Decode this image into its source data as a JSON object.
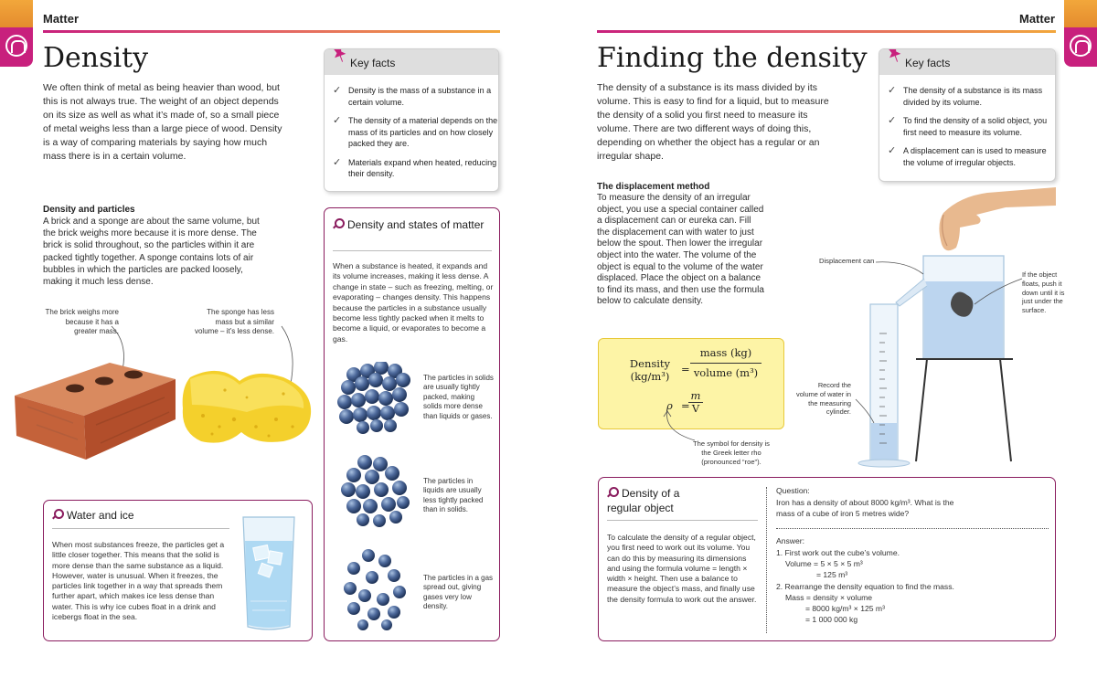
{
  "left": {
    "header": "Matter",
    "title": "Density",
    "intro": "We often think of metal as being heavier than wood, but this is not always true. The weight of an object depends on its size as well as what it’s made of, so a small piece of metal weighs less than a large piece of wood. Density is a way of comparing materials by saying how much mass there is in a certain volume.",
    "particles_heading": "Density and particles",
    "particles_text": "A brick and a sponge are about the same volume, but the brick weighs more because it is more dense. The brick is solid throughout, so the particles within it are packed tightly together. A sponge contains lots of air bubbles in which the particles are packed loosely, making it much less dense.",
    "brick_caption": "The brick weighs more because it has a greater mass.",
    "sponge_caption": "The sponge has less mass but a similar volume – it’s less dense.",
    "key_facts": {
      "title": "Key facts",
      "items": [
        "Density is the mass of a substance in a certain volume.",
        "The density of a material depends on the mass of its particles and on how closely packed they are.",
        "Materials expand when heated, reducing their density."
      ]
    },
    "states_box": {
      "title": "Density and states of matter",
      "text": "When a substance is heated, it expands and its volume increases, making it less dense. A change in state – such as freezing, melting, or evaporating – changes density. This happens because the particles in a substance usually become less tightly packed when it melts to become a liquid, or evaporates to become a gas.",
      "solid_caption": "The particles in solids are usually tightly packed, making solids more dense than liquids or gases.",
      "liquid_caption": "The particles in liquids are usually less tightly packed than in solids.",
      "gas_caption": "The particles in a gas spread out, giving gases very low density."
    },
    "water_box": {
      "title": "Water and ice",
      "text": "When most substances freeze, the particles get a little closer together. This means that the solid is more dense than the same substance as a liquid. However, water is unusual. When it freezes, the particles link together in a way that spreads them further apart, which makes ice less dense than water. This is why ice cubes float in a drink and icebergs float in the sea."
    }
  },
  "right": {
    "header": "Matter",
    "title": "Finding the density",
    "intro": "The density of a substance is its mass divided by its volume. This is easy to find for a liquid, but to measure the density of a solid you first need to measure its volume. There are two different ways of doing this, depending on whether the object has a regular or an irregular shape.",
    "key_facts": {
      "title": "Key facts",
      "items": [
        "The density of a substance is its mass divided by its volume.",
        "To find the density of a solid object, you first need to measure its volume.",
        "A displacement can is used to measure the volume of irregular objects."
      ]
    },
    "displacement_heading": "The displacement method",
    "displacement_text": "To measure the density of an irregular object, you use a special container called a displacement can or eureka can. Fill the displacement can with water to just below the spout. Then lower the irregular object into the water. The volume of the object is equal to the volume of the water displaced. Place the object on a balance to find its mass, and then use the formula below to calculate density.",
    "label_can": "Displacement can",
    "label_float": "If the object floats, push it down until it is just under the surface.",
    "label_record": "Record the volume of water in the measuring cylinder.",
    "label_rho": "The symbol for density is the Greek letter rho (pronounced “roe”).",
    "formula": {
      "lhs_top": "Density",
      "lhs_bottom": "(kg/m³)",
      "equals": "=",
      "num": "mass (kg)",
      "den": "volume (m³)",
      "rho": "ρ",
      "m": "m",
      "v": "V"
    },
    "regular_box": {
      "title": "Density of a regular object",
      "text": "To calculate the density of a regular object, you first need to work out its volume. You can do this by measuring its dimensions and using the formula volume = length × width × height. Then use a balance to measure the object’s mass, and finally use the density formula to work out the answer.",
      "question_label": "Question:",
      "question": "Iron has a density of about 8000 kg/m³. What is the mass of a cube of iron 5 metres wide?",
      "answer_label": "Answer:",
      "step1": "1. First work out the cube’s volume.",
      "step1a": "Volume = 5 × 5 × 5 m³",
      "step1b": "= 125 m³",
      "step2": "2. Rearrange the density equation to find the mass.",
      "step2a": "Mass = density × volume",
      "step2b": "= 8000 kg/m³ × 125 m³",
      "step2c": "= 1 000 000 kg"
    }
  },
  "colors": {
    "accent": "#c8207d",
    "box_border": "#8a1c5e",
    "formula_bg": "#fdf4a6"
  }
}
